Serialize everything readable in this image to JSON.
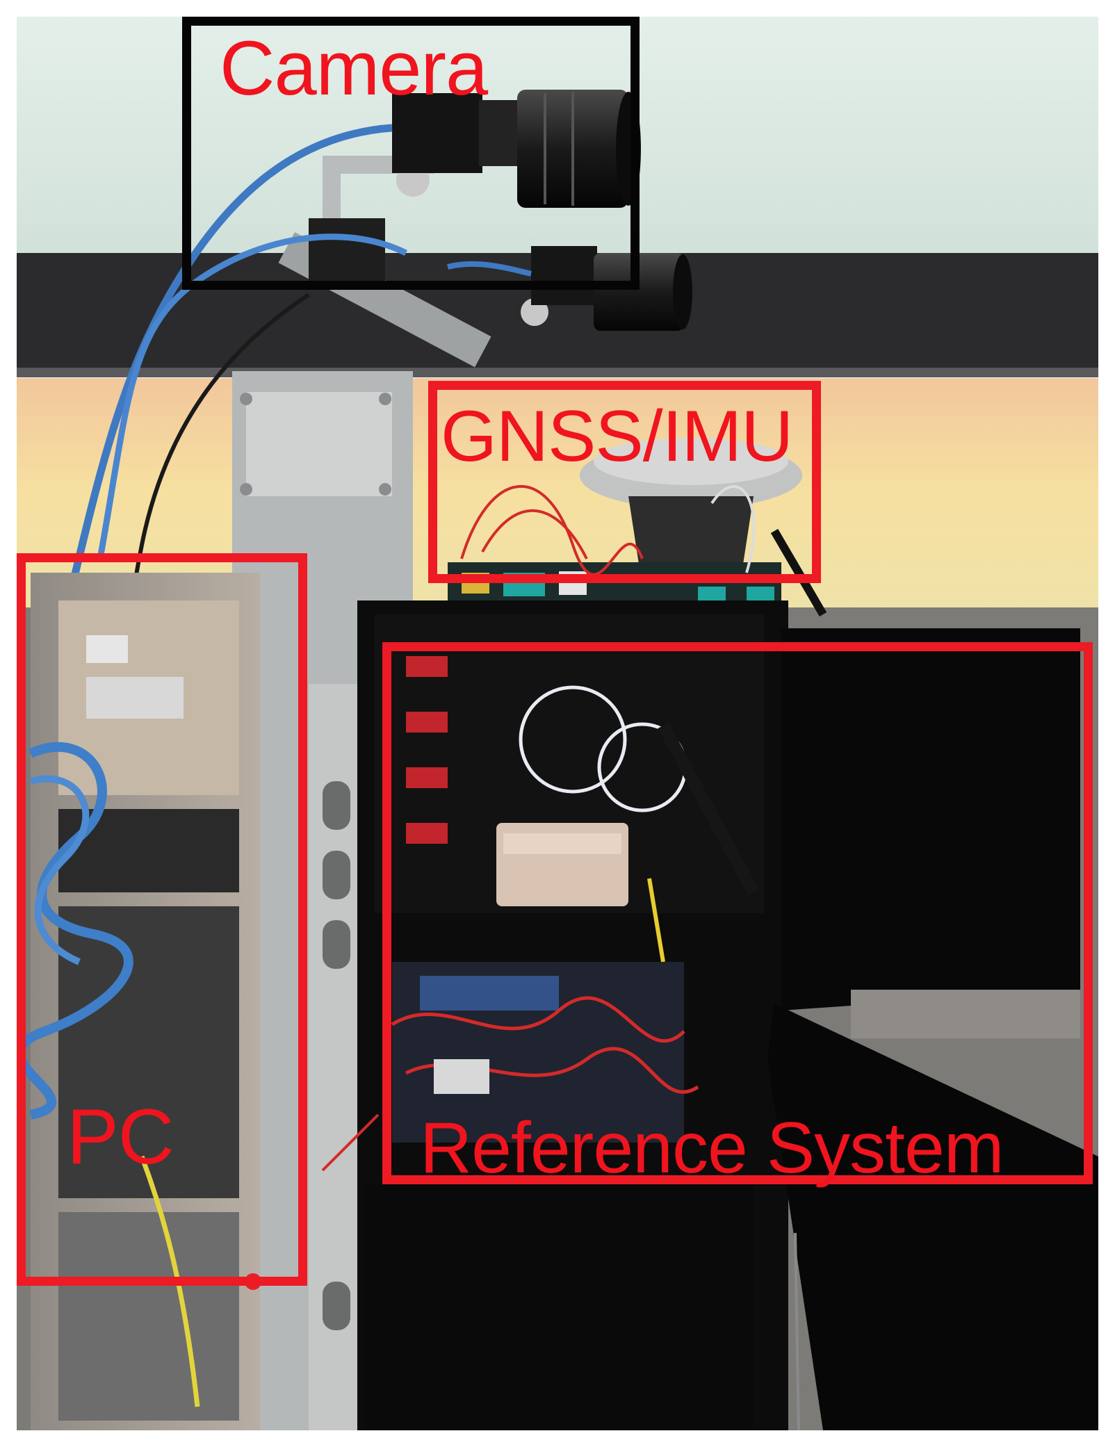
{
  "colors": {
    "label": "#f0141e",
    "camera_frame": "#050505",
    "system_frame": "#ee1a24"
  },
  "labels": {
    "camera": "Camera",
    "gnss_imu": "GNSS/IMU",
    "pc": "PC",
    "reference_system": "Reference System"
  }
}
